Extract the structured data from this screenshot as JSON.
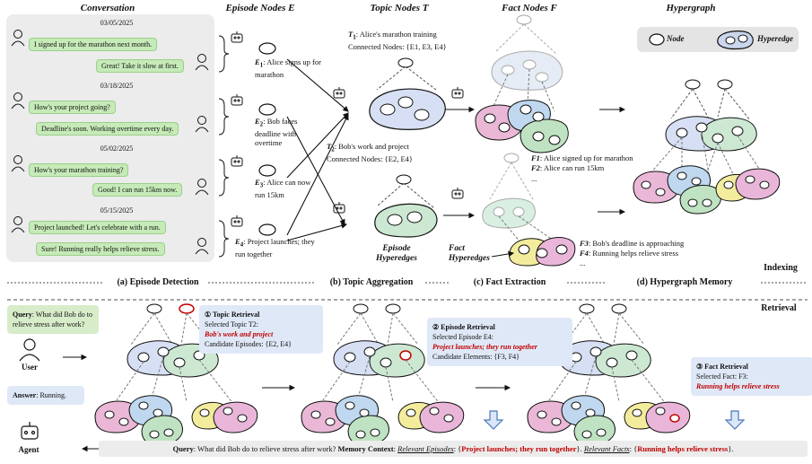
{
  "headers": {
    "conversation": "Conversation",
    "episode_nodes": "Episode Nodes E",
    "topic_nodes": "Topic Nodes T",
    "fact_nodes": "Fact Nodes F",
    "hypergraph": "Hypergraph"
  },
  "legend": {
    "node": "Node",
    "hyperedge": "Hyperedge"
  },
  "conversation": [
    {
      "date": "03/05/2025",
      "user": "I signed up for the marathon next month.",
      "agent": "Great! Take it slow at first."
    },
    {
      "date": "03/18/2025",
      "user": "How's your project going?",
      "agent": "Deadline's soon. Working overtime every day."
    },
    {
      "date": "05/02/2025",
      "user": "How's your marathon training?",
      "agent": "Good! I can run 15km now."
    },
    {
      "date": "05/15/2025",
      "user": "Project launched! Let's celebrate with a run.",
      "agent": "Sure! Running really helps relieve stress."
    }
  ],
  "episodes": [
    {
      "id": "E",
      "sub": "1",
      "text": ": Alice signs up for marathon"
    },
    {
      "id": "E",
      "sub": "2",
      "text": ": Bob faces deadline with overtime"
    },
    {
      "id": "E",
      "sub": "3",
      "text": ": Alice can now run 15km"
    },
    {
      "id": "E",
      "sub": "4",
      "text": ": Project launches; they run together"
    }
  ],
  "topics": [
    {
      "label": "T",
      "sub": "1",
      "title": ": Alice's marathon training",
      "connected": "Connected Nodes: {E1, E3, E4}"
    },
    {
      "label": "T",
      "sub": "2",
      "title": ": Bob's work and project",
      "connected": "Connected Nodes: {E2, E4}"
    }
  ],
  "episode_hyperedges": "Episode Hyperedges",
  "fact_hyperedges": "Fact Hyperedges",
  "facts_top": [
    {
      "label": "F1",
      "text": ": Alice signed up for marathon"
    },
    {
      "label": "F2",
      "text": ": Alice can run 15km"
    }
  ],
  "facts_bottom": [
    {
      "label": "F3",
      "text": ": Bob's deadline is approaching"
    },
    {
      "label": "F4",
      "text": ": Running helps relieve stress"
    }
  ],
  "dots": "...",
  "sections": {
    "a": "(a) Episode Detection",
    "b": "(b) Topic Aggregation",
    "c": "(c) Fact Extraction",
    "d": "(d) Hypergraph Memory",
    "indexing": "Indexing",
    "retrieval": "Retrieval"
  },
  "retrieval": {
    "query_label": "Query",
    "query_text": ": What did Bob do to relieve stress after work?",
    "user": "User",
    "answer_label": "Answer",
    "answer_text": ": Running.",
    "agent": "Agent",
    "step1": {
      "title": "① Topic Retrieval",
      "selected": "Selected Topic T2:",
      "value": "Bob's work and project",
      "candidates": "Candidate Episodes: {E2, E4}"
    },
    "step2": {
      "title": "② Episode Retrieval",
      "selected": "Selected Episode E4:",
      "value": "Project launches; they run together",
      "candidates": "Candidate Elements: {F3, F4}"
    },
    "step3": {
      "title": "③ Fact Retrieval",
      "selected": "Selected Fact: F3:",
      "value": "Running helps relieve stress"
    }
  },
  "bottom_bar": {
    "q_label": "Query",
    "q_text": ": What did Bob do to relieve stress after work?",
    "mc_label": "Memory Context",
    "rel_ep": "Relevant Episodes",
    "ep_value": "Project launches; they run together",
    "rel_facts": "Relevant Facts",
    "fact_value": "Running helps relieve stress"
  },
  "colors": {
    "bubble": "#c6eab8",
    "panel": "#ececec",
    "callout": "#dfe8f7",
    "highlight": "#c00000"
  }
}
